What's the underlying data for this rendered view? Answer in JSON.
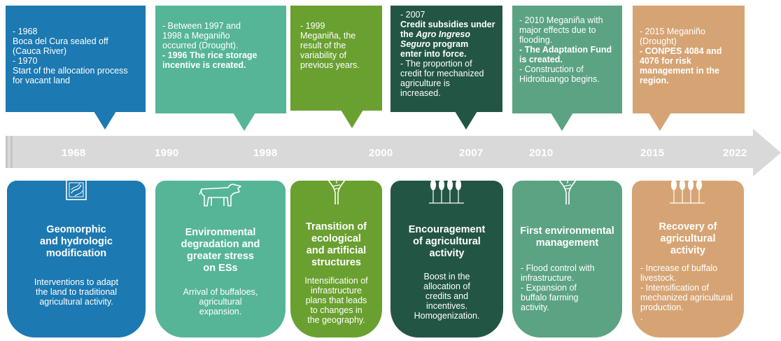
{
  "colors": {
    "blue": "#1c79b2",
    "teal": "#56b597",
    "green": "#6aa030",
    "dark_green": "#235545",
    "sage": "#5ba383",
    "tan": "#d6a474",
    "band": "#d9d9d9"
  },
  "timeline": {
    "years": [
      "1968",
      "1990",
      "1998",
      "2000",
      "2007",
      "2010",
      "2015",
      "2022"
    ]
  },
  "callouts": [
    {
      "lines": [
        "- 1968",
        "Boca del Cura sealed off",
        "(Cauca River)",
        "- 1970",
        "Start of the allocation process",
        "for vacant land"
      ]
    },
    {
      "lines": [
        "- Between 1997 and",
        "1998 a Meganiño",
        "occurred (Drought).",
        "- 1996 The rice storage",
        "incentive is created."
      ]
    },
    {
      "lines": [
        "- 1999",
        "Meganiña, the",
        "result of the",
        "variability of",
        "previous years."
      ]
    },
    {
      "lines": [
        "- 2007",
        "Credit subsidies under",
        "the ",
        "Agro Ingreso",
        "Seguro",
        " program",
        "enter into force.",
        "- The proportion of",
        "credit for mechanized",
        "agriculture is",
        "increased."
      ]
    },
    {
      "lines": [
        "- 2010 Meganiña with",
        "major effects due to",
        "flooding.",
        "- The Adaptation Fund",
        "is created.",
        "- Construction of",
        "Hidroituango begins."
      ]
    },
    {
      "lines": [
        "- 2015 Meganiño",
        "(Drought)",
        "- CONPES 4084 and",
        "4076 for risk",
        "management in the",
        "region."
      ]
    }
  ],
  "stages": [
    {
      "icon": "floodplain-map-icon",
      "title": [
        "Geomorphic",
        "and hydrologic",
        "modification"
      ],
      "body": [
        "Interventions to adapt",
        "the land to traditional",
        "agricultural activity."
      ]
    },
    {
      "icon": "buffalo-icon",
      "title": [
        "Environmental",
        "degradation and",
        "greater stress",
        "on ESs"
      ],
      "body": [
        "Arrival of buffaloes,",
        "agricultural",
        "expansion."
      ]
    },
    {
      "icon": "channel-split-icon",
      "title": [
        "Transition of",
        "ecological",
        "and artificial",
        "structures"
      ],
      "body": [
        "Intensification of",
        "infrastructure",
        "plans that leads",
        "to changes in",
        "the geography."
      ]
    },
    {
      "icon": "wheat-icon",
      "title": [
        "Encouragement",
        "of agricultural",
        "activity"
      ],
      "body": [
        "Boost in the",
        "allocation of",
        "credits and",
        "incentives.",
        "Homogenization."
      ]
    },
    {
      "icon": "channel-split-icon",
      "title": [
        "First environmental",
        "management"
      ],
      "body": [
        "- Flood control with",
        "infrastructure.",
        "- Expansion of",
        "buffalo farming",
        "activity."
      ]
    },
    {
      "icon": "wheat-icon",
      "title": [
        "Recovery of",
        "agricultural",
        "activity"
      ],
      "body": [
        "- Increase of buffalo",
        "livestock.",
        "- Intensification of",
        "mechanized agricultural",
        "production.",
        "."
      ]
    }
  ]
}
